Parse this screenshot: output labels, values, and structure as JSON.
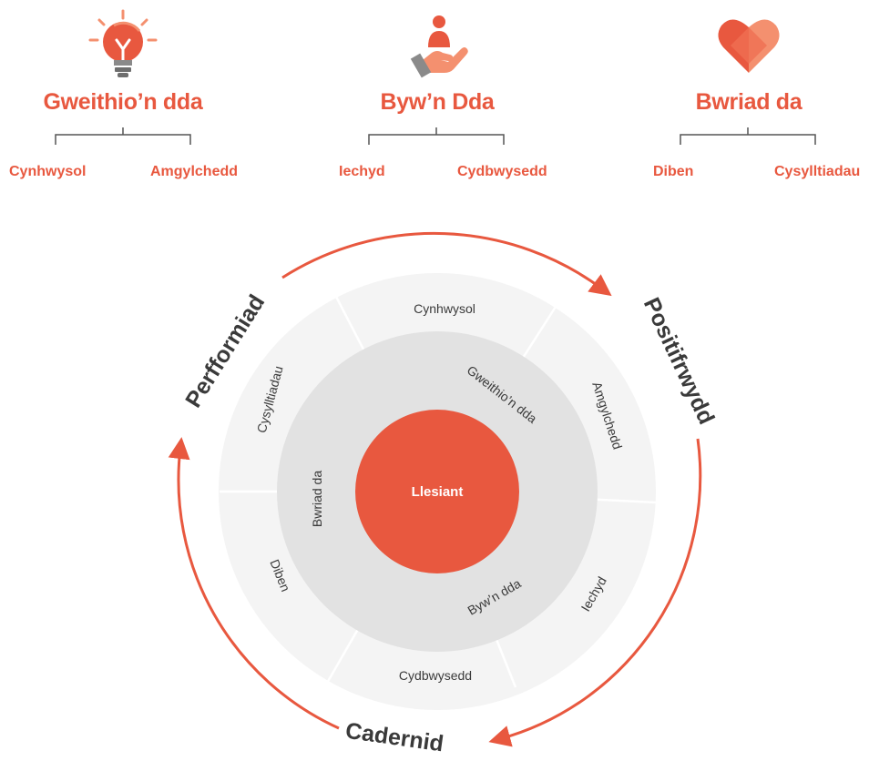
{
  "pillars": [
    {
      "title": "Gweithio’n dda",
      "icon": "lightbulb-icon",
      "subs": [
        "Cynhwysol",
        "Amgylchedd"
      ]
    },
    {
      "title": "Byw’n Dda",
      "icon": "caring-hand-icon",
      "subs": [
        "Iechyd",
        "Cydbwysedd"
      ]
    },
    {
      "title": "Bwriad da",
      "icon": "heart-icon",
      "subs": [
        "Diben",
        "Cysylltiadau"
      ]
    }
  ],
  "wheel": {
    "center": "Llesiant",
    "inner": {
      "top_right": "Gweithio’n dda",
      "bottom": "Byw’n dda",
      "left": "Bwriad da"
    },
    "outer": {
      "top": "Cynhwysol",
      "upper_right": "Amgylchedd",
      "lower_right": "Iechyd",
      "bottom": "Cydbwysedd",
      "lower_left": "Diben",
      "upper_left": "Cysylltiadau"
    }
  },
  "cycle": {
    "top_right": "Positifrwydd",
    "bottom": "Cadernid",
    "top_left": "Perfformiad"
  },
  "colors": {
    "accent": "#e8583f",
    "accent_light": "#f4906f",
    "outer_ring": "#f4f4f4",
    "inner_ring": "#e2e2e2",
    "text_dark": "#3a3a3a",
    "icon_gray": "#8a8a8a"
  }
}
